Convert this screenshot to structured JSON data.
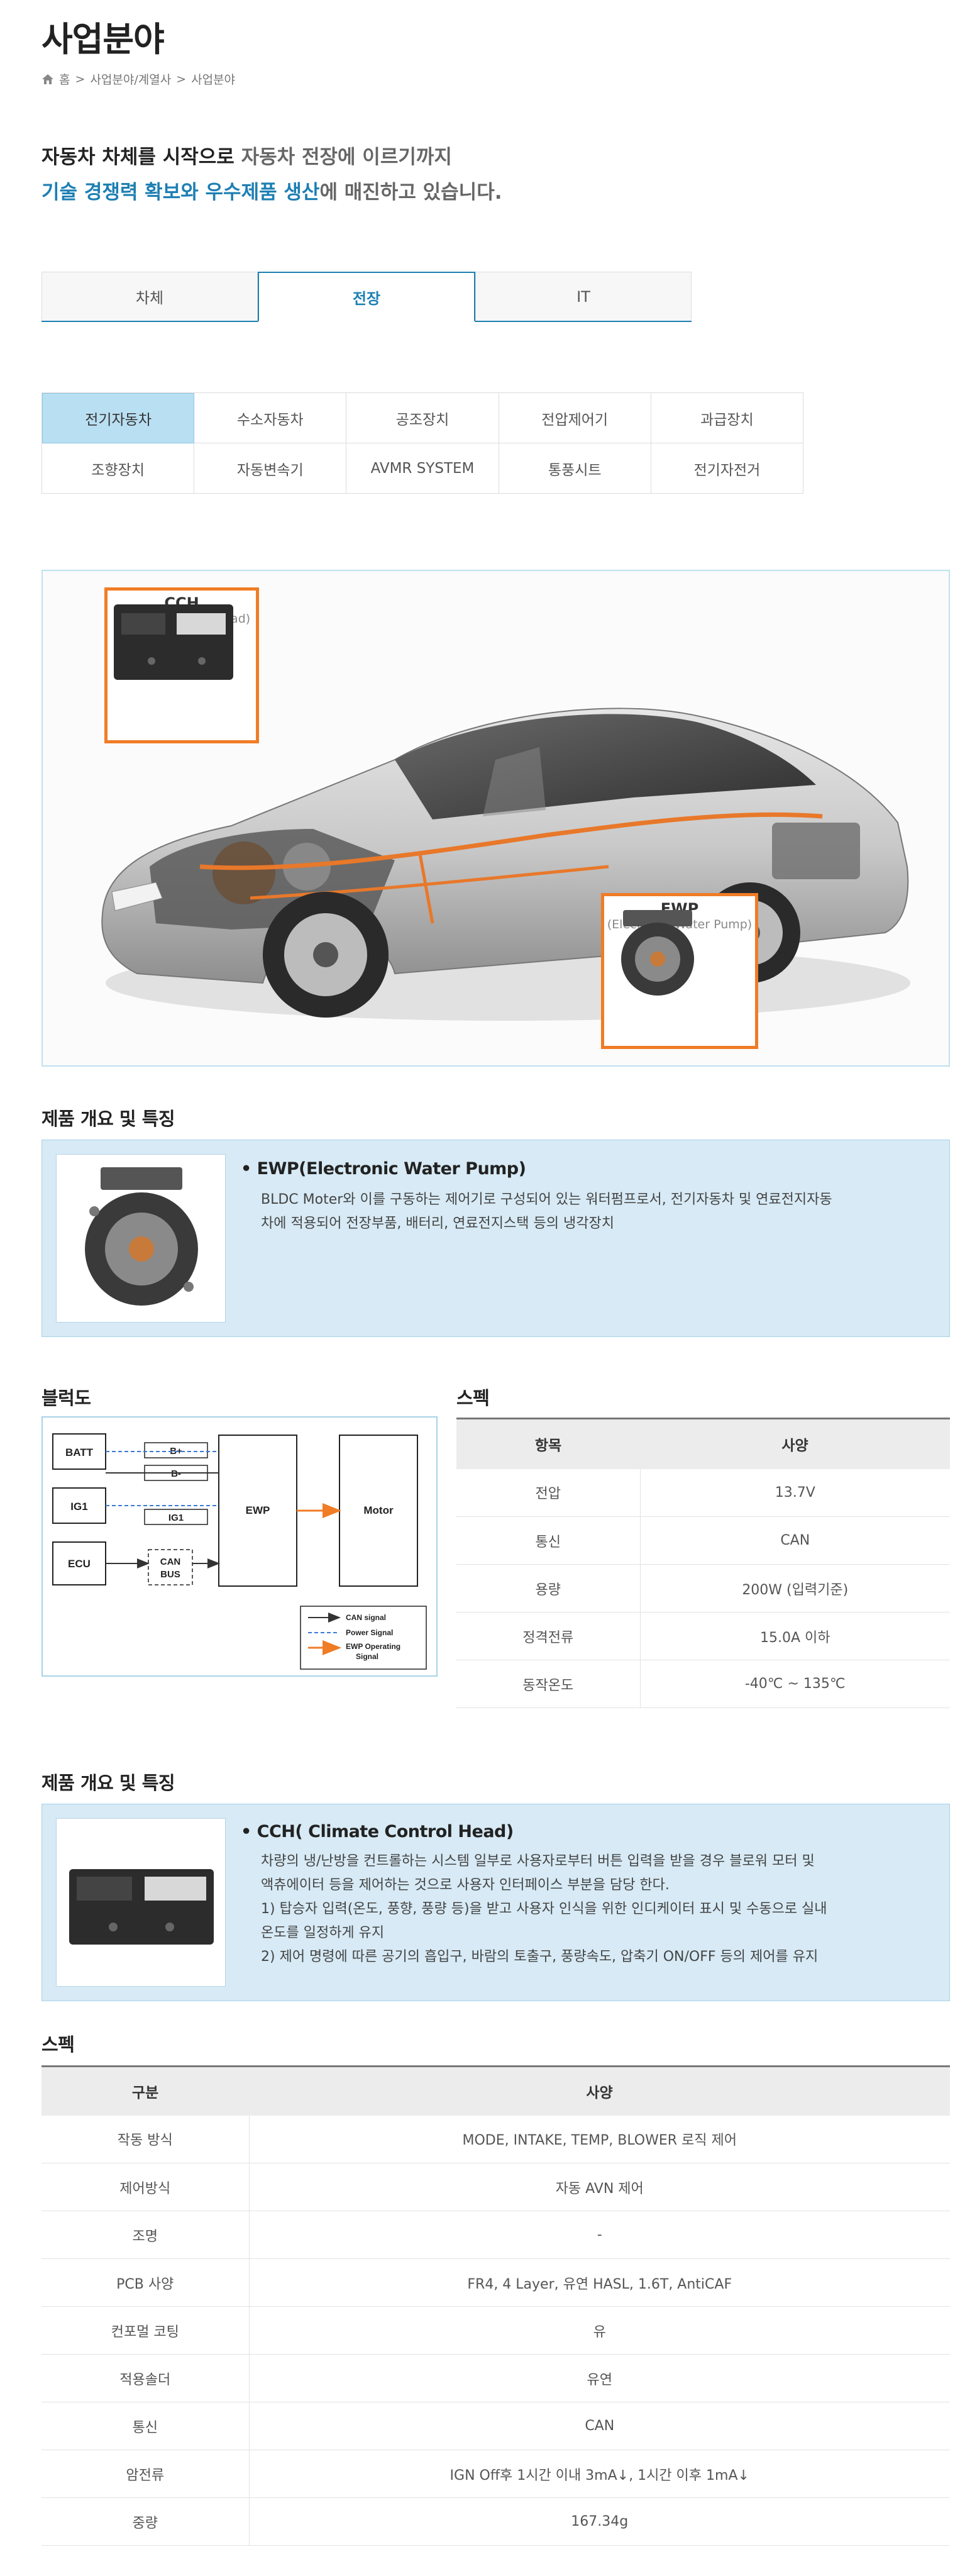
{
  "page_title": "사업분야",
  "breadcrumb": [
    "홈",
    "사업분야/계열사",
    "사업분야"
  ],
  "intro": {
    "line1_a": "자동차 차체를 시작으로",
    "line1_b": " 자동차 전장",
    "line1_c": "에 이르기까지",
    "line2_a": "기술 경쟁력 확보와 우수제품 생산",
    "line2_b": "에 매진하고 있습니다."
  },
  "main_tabs": [
    {
      "label": "차체",
      "active": false
    },
    {
      "label": "전장",
      "active": true
    },
    {
      "label": "IT",
      "active": false
    }
  ],
  "sub_tabs": [
    {
      "label": "전기자동차",
      "active": true
    },
    {
      "label": "수소자동차",
      "active": false
    },
    {
      "label": "공조장치",
      "active": false
    },
    {
      "label": "전압제어기",
      "active": false
    },
    {
      "label": "과급장치",
      "active": false
    },
    {
      "label": "조향장치",
      "active": false
    },
    {
      "label": "자동변속기",
      "active": false
    },
    {
      "label": "AVMR SYSTEM",
      "active": false
    },
    {
      "label": "통풍시트",
      "active": false
    },
    {
      "label": "전기자전거",
      "active": false
    }
  ],
  "hero": {
    "cch_title": "CCH",
    "cch_sub": "(Climate Control Head)",
    "ewp_title": "EWP",
    "ewp_sub": "(Electronic Water Pump)"
  },
  "ewp_section": {
    "heading": "제품 개요 및 특징",
    "title": "• EWP(Electronic Water Pump)",
    "desc": [
      "BLDC Moter와 이를 구동하는 제어기로 구성되어 있는 워터펌프로서, 전기자동차 및 연료전지자동",
      "차에 적용되어 전장부품, 배터리, 연료전지스택 등의 냉각장치"
    ]
  },
  "block_diagram": {
    "heading": "블럭도",
    "batt": "BATT",
    "ig1": "IG1",
    "ecu": "ECU",
    "b_plus": "B+",
    "b_minus": "B-",
    "ig1_small": "IG1",
    "can_bus": [
      "CAN",
      "BUS"
    ],
    "ewp": "EWP",
    "motor": "Motor",
    "legend": [
      "CAN signal",
      "Power Signal",
      "EWP Operating",
      "Signal"
    ]
  },
  "spec1": {
    "heading": "스펙",
    "headers": [
      "항목",
      "사양"
    ],
    "rows": [
      [
        "전압",
        "13.7V"
      ],
      [
        "통신",
        "CAN"
      ],
      [
        "용량",
        "200W (입력기준)"
      ],
      [
        "정격전류",
        "15.0A 이하"
      ],
      [
        "동작온도",
        "-40℃ ~ 135℃"
      ]
    ]
  },
  "cch_section": {
    "heading": "제품 개요 및 특징",
    "title": "• CCH( Climate Control Head)",
    "desc": [
      "차량의 냉/난방을 컨트롤하는 시스템 일부로 사용자로부터 버튼 입력을 받을 경우 블로워 모터 및",
      "액츄에이터 등을 제어하는 것으로 사용자 인터페이스 부분을 담당 한다.",
      "1) 탑승자 입력(온도, 풍향, 풍량 등)을 받고 사용자 인식을 위한 인디케이터 표시 및 수동으로 실내",
      "온도를 일정하게 유지",
      "2) 제어 명령에 따른 공기의 흡입구, 바람의 토출구, 풍량속도, 압축기 ON/OFF 등의 제어를 유지"
    ]
  },
  "spec2": {
    "heading": "스펙",
    "headers": [
      "구분",
      "사양"
    ],
    "rows": [
      [
        "작동 방식",
        "MODE, INTAKE, TEMP, BLOWER 로직 제어"
      ],
      [
        "제어방식",
        "자동 AVN 제어"
      ],
      [
        "조명",
        "-"
      ],
      [
        "PCB 사양",
        "FR4, 4 Layer, 유연 HASL, 1.6T, AntiCAF"
      ],
      [
        "컨포멀 코팅",
        "유"
      ],
      [
        "적용솔더",
        "유연"
      ],
      [
        "통신",
        "CAN"
      ],
      [
        "암전류",
        "IGN Off후 1시간 이내 3mA↓, 1시간 이후 1mA↓"
      ],
      [
        "중량",
        "167.34g"
      ]
    ]
  },
  "colors": {
    "accent": "#1d7fb3",
    "callout": "#f07c26",
    "panel": "#d7eaf5"
  }
}
